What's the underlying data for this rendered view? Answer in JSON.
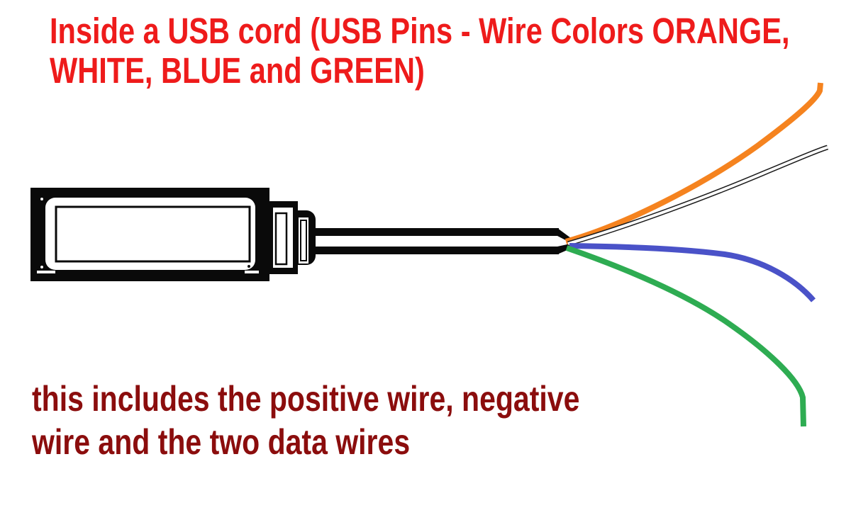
{
  "title": {
    "line1": "Inside a USB cord (USB Pins - Wire Colors ORANGE,",
    "line2": "WHITE, BLUE and GREEN)"
  },
  "caption": {
    "line1": "this includes the positive wire, negative",
    "line2": "wire and the two data wires"
  },
  "colors": {
    "background": "#ffffff",
    "ink": "#0a0a0a",
    "paper": "#ffffff",
    "title_red": "#ee1b1b",
    "caption_maroon": "#8b0d0d"
  },
  "wires": [
    {
      "name": "orange-wire",
      "color_name": "ORANGE",
      "color": "#f5831f"
    },
    {
      "name": "white-wire",
      "color_name": "WHITE",
      "color": "#ffffff",
      "outline": "#1a1a1a"
    },
    {
      "name": "blue-wire",
      "color_name": "BLUE",
      "color": "#4a52c8"
    },
    {
      "name": "green-wire",
      "color_name": "GREEN",
      "color": "#2eac52"
    }
  ]
}
